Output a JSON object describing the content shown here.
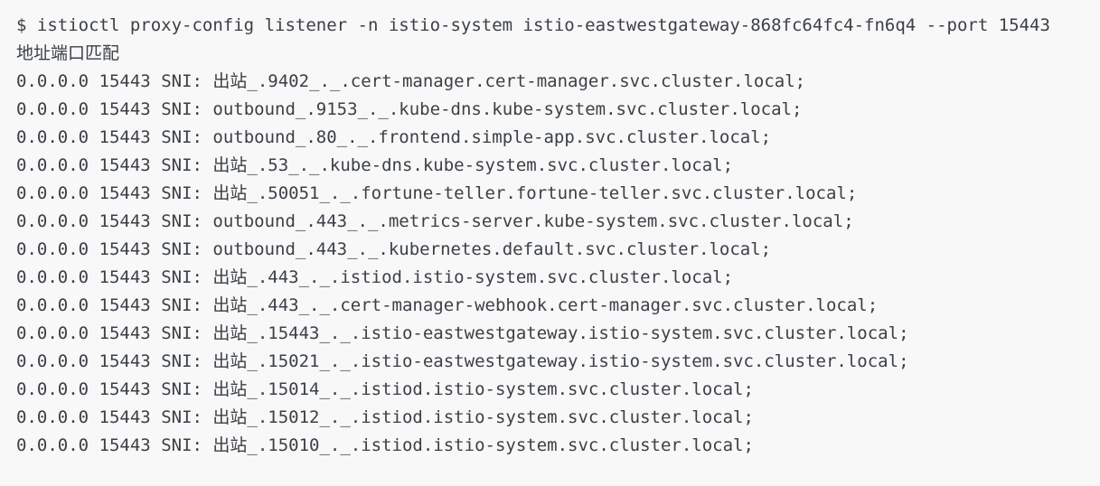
{
  "colors": {
    "background": "#f8f8f8",
    "text": "#3b4047"
  },
  "terminal": {
    "prompt": "$",
    "command": "istioctl proxy-config listener -n istio-system istio-eastwestgateway-868fc64fc4-fn6q4 --port 15443",
    "header": "地址端口匹配",
    "sni_label": "SNI:",
    "line_terminator": ";",
    "rows": [
      {
        "address": "0.0.0.0",
        "port": "15443",
        "sni": "出站_.9402_._.cert-manager.cert-manager.svc.cluster.local"
      },
      {
        "address": "0.0.0.0",
        "port": "15443",
        "sni": "outbound_.9153_._.kube-dns.kube-system.svc.cluster.local"
      },
      {
        "address": "0.0.0.0",
        "port": "15443",
        "sni": "outbound_.80_._.frontend.simple-app.svc.cluster.local"
      },
      {
        "address": "0.0.0.0",
        "port": "15443",
        "sni": "出站_.53_._.kube-dns.kube-system.svc.cluster.local"
      },
      {
        "address": "0.0.0.0",
        "port": "15443",
        "sni": "出站_.50051_._.fortune-teller.fortune-teller.svc.cluster.local"
      },
      {
        "address": "0.0.0.0",
        "port": "15443",
        "sni": "outbound_.443_._.metrics-server.kube-system.svc.cluster.local"
      },
      {
        "address": "0.0.0.0",
        "port": "15443",
        "sni": "outbound_.443_._.kubernetes.default.svc.cluster.local"
      },
      {
        "address": "0.0.0.0",
        "port": "15443",
        "sni": "出站_.443_._.istiod.istio-system.svc.cluster.local"
      },
      {
        "address": "0.0.0.0",
        "port": "15443",
        "sni": "出站_.443_._.cert-manager-webhook.cert-manager.svc.cluster.local"
      },
      {
        "address": "0.0.0.0",
        "port": "15443",
        "sni": "出站_.15443_._.istio-eastwestgateway.istio-system.svc.cluster.local"
      },
      {
        "address": "0.0.0.0",
        "port": "15443",
        "sni": "出站_.15021_._.istio-eastwestgateway.istio-system.svc.cluster.local"
      },
      {
        "address": "0.0.0.0",
        "port": "15443",
        "sni": "出站_.15014_._.istiod.istio-system.svc.cluster.local"
      },
      {
        "address": "0.0.0.0",
        "port": "15443",
        "sni": "出站_.15012_._.istiod.istio-system.svc.cluster.local"
      },
      {
        "address": "0.0.0.0",
        "port": "15443",
        "sni": "出站_.15010_._.istiod.istio-system.svc.cluster.local"
      }
    ]
  }
}
